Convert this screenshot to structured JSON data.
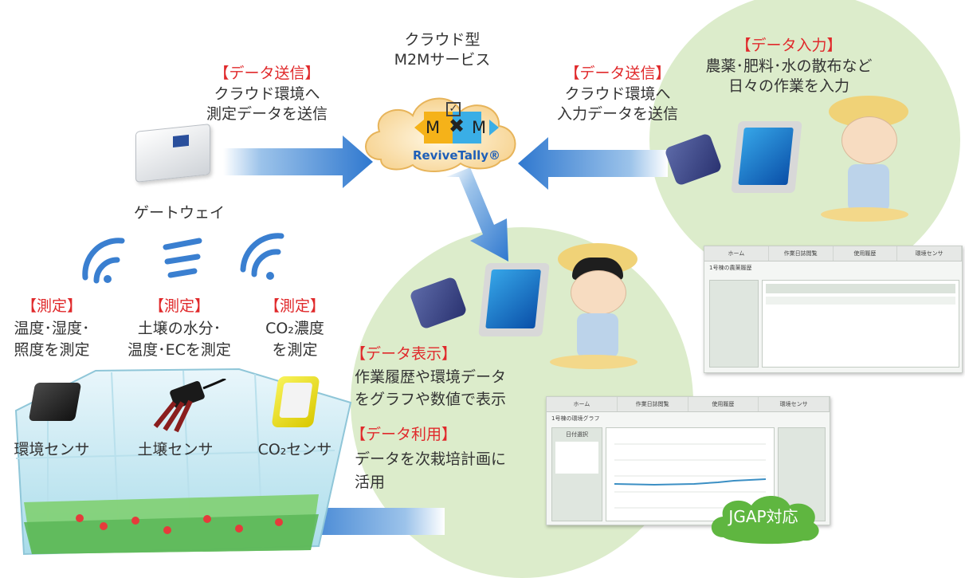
{
  "cloud": {
    "title_line1": "クラウド型",
    "title_line2": "M2Mサービス",
    "brand": "ReviveTally®",
    "logo_left": "M",
    "logo_right": "M"
  },
  "send_left": {
    "heading": "【データ送信】",
    "line1": "クラウド環境へ",
    "line2": "測定データを送信"
  },
  "send_right": {
    "heading": "【データ送信】",
    "line1": "クラウド環境へ",
    "line2": "入力データを送信"
  },
  "data_input": {
    "heading": "【データ入力】",
    "line1": "農薬･肥料･水の散布など",
    "line2": "日々の作業を入力"
  },
  "gateway": {
    "label": "ゲートウェイ"
  },
  "measure": [
    {
      "heading": "【測定】",
      "line1": "温度･湿度･",
      "line2": "照度を測定"
    },
    {
      "heading": "【測定】",
      "line1": "土壌の水分･",
      "line2": "温度･ECを測定"
    },
    {
      "heading": "【測定】",
      "line1": "CO₂濃度",
      "line2": "を測定"
    }
  ],
  "sensors": {
    "env": "環境センサ",
    "soil": "土壌センサ",
    "co2": "CO₂センサ"
  },
  "display": {
    "heading": "【データ表示】",
    "line1": "作業履歴や環境データ",
    "line2": "をグラフや数値で表示"
  },
  "use": {
    "heading": "【データ利用】",
    "line1": "データを次栽培計画に",
    "line2": "活用"
  },
  "badge": {
    "label": "JGAP対応"
  },
  "screen1": {
    "tabs": [
      "ホーム",
      "作業日誌閲覧",
      "使用履歴",
      "環境センサ"
    ],
    "title": "1号棟の農薬履歴"
  },
  "screen2": {
    "tabs": [
      "ホーム",
      "作業日誌閲覧",
      "使用履歴",
      "環境センサ"
    ],
    "title": "1号棟の環境グラフ",
    "sub": "日付選択"
  },
  "colors": {
    "accent_red": "#e0292b",
    "arrow_blue": "#3a7fd0",
    "circle_green": "#dceccb",
    "badge_green": "#5fb640"
  }
}
